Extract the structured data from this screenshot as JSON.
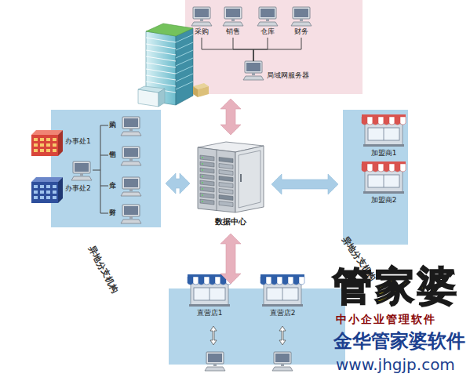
{
  "diagram": {
    "nodes": [
      {
        "text": []
      },
      {
        "text": [
          "采购"
        ],
        "in": 0
      },
      {
        "text": [
          "销售"
        ],
        "in": 0
      },
      {
        "text": [
          "仓库"
        ],
        "in": 0
      },
      {
        "text": [
          "财务"
        ],
        "in": 0
      },
      {
        "text": [
          "局域网服务器"
        ],
        "in": 0
      },
      {
        "text": [
          "异地分支机构"
        ]
      },
      {
        "text": [
          "办事处1"
        ],
        "in": 6
      },
      {
        "text": [
          "办事处2"
        ],
        "in": 6
      },
      {
        "text": [
          "采购"
        ],
        "in": 6
      },
      {
        "text": [
          "销售"
        ],
        "in": 6
      },
      {
        "text": [
          "仓库"
        ],
        "in": 6
      },
      {
        "text": [
          "财务"
        ],
        "in": 6
      },
      {
        "text": [
          "数据中心"
        ]
      },
      {
        "text": [
          "异地分支机构"
        ]
      },
      {
        "text": [
          "加盟商1"
        ],
        "in": 14
      },
      {
        "text": [
          "加盟商2"
        ],
        "in": 14
      },
      {
        "text": []
      },
      {
        "text": [
          "直营店1"
        ],
        "in": 17
      },
      {
        "text": [
          "直营店2"
        ],
        "in": 17
      }
    ],
    "edges": [
      {
        "from": 1,
        "to": 5,
        "arrow": "none"
      },
      {
        "from": 2,
        "to": 5,
        "arrow": "none"
      },
      {
        "from": 3,
        "to": 5,
        "arrow": "none"
      },
      {
        "from": 4,
        "to": 5,
        "arrow": "none"
      },
      {
        "from": 13,
        "to": 0,
        "arrow": "both"
      },
      {
        "from": 13,
        "to": 6,
        "arrow": "both"
      },
      {
        "from": 13,
        "to": 14,
        "arrow": "both"
      },
      {
        "from": 13,
        "to": 17,
        "arrow": "both"
      }
    ],
    "labels": [
      "管家婆",
      "中小企业管理软件",
      "金华管家婆软件",
      "www.jhgjp.com"
    ]
  }
}
